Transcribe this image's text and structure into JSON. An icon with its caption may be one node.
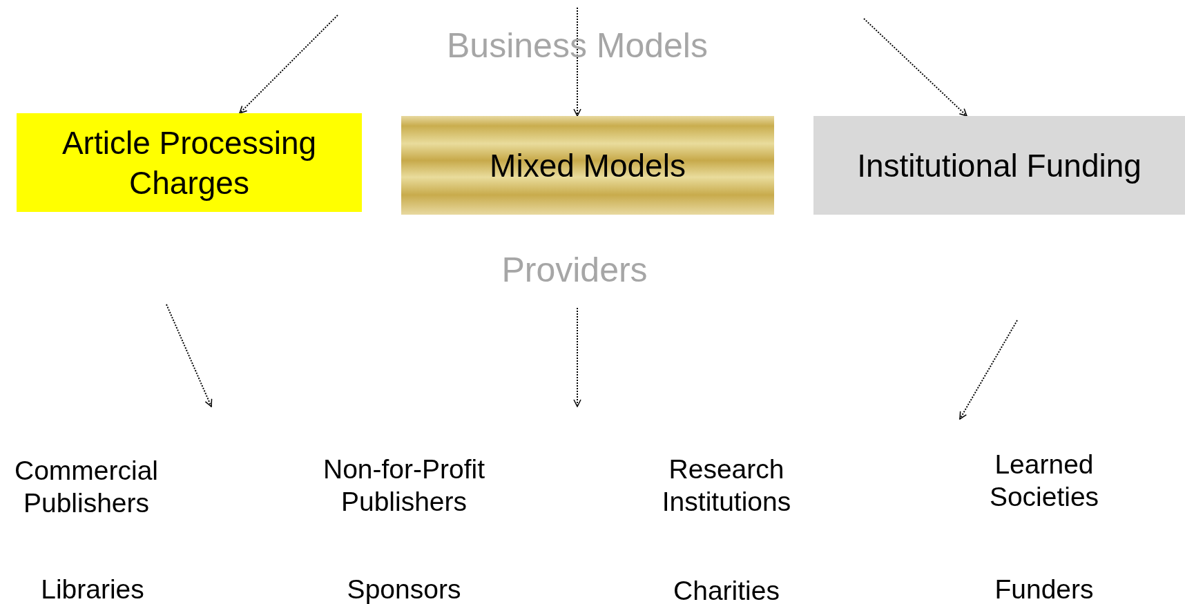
{
  "diagram": {
    "nodes": [
      {
        "text": [
          "Article Processing Charges"
        ]
      },
      {
        "text": [
          "Mixed Models"
        ]
      },
      {
        "text": [
          "Institutional Funding"
        ]
      }
    ],
    "edges": [
      {
        "from": null,
        "to": 0,
        "arrow": "to",
        "style": "dashed"
      },
      {
        "from": null,
        "to": 1,
        "arrow": "to",
        "style": "dashed"
      },
      {
        "from": null,
        "to": 2,
        "arrow": "to",
        "style": "dashed"
      }
    ],
    "labels": [
      "Business Models",
      "Providers",
      "Commercial Publishers",
      "Non-for-Profit Publishers",
      "Research Institutions",
      "Learned Societies",
      "Libraries",
      "Sponsors",
      "Charities",
      "Funders"
    ]
  }
}
